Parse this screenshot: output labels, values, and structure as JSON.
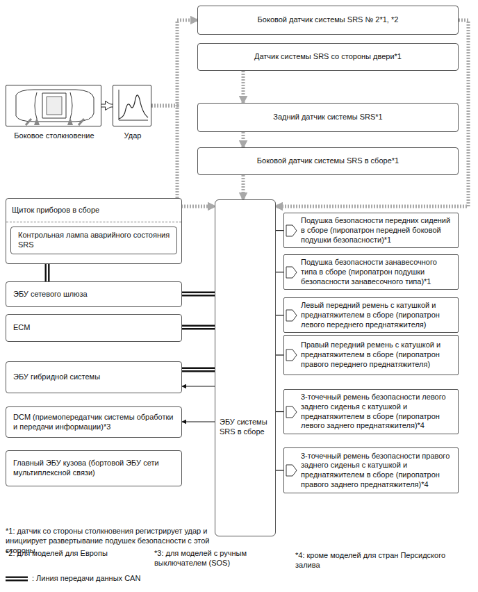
{
  "diagram": {
    "nodes": [
      {
        "text": [
          "Боковой датчик системы SRS № 2*1, *2"
        ]
      },
      {
        "text": [
          "Датчик системы SRS со стороны двери*1"
        ]
      },
      {
        "text": [
          "Задний датчик системы SRS*1"
        ]
      },
      {
        "text": [
          "Боковой датчик системы SRS в сборе*1"
        ]
      },
      {
        "text": [
          "Боковое столкновение"
        ]
      },
      {
        "text": [
          "Удар"
        ]
      },
      {
        "text": [
          "Щиток приборов в сборе"
        ]
      },
      {
        "text": [
          "Контрольная лампа аварийного состояния SRS"
        ],
        "in": 6
      },
      {
        "text": [
          "ЭБУ сетевого шлюза"
        ]
      },
      {
        "text": [
          "ECM"
        ]
      },
      {
        "text": [
          "ЭБУ гибридной системы"
        ]
      },
      {
        "text": [
          "DCM (приемопередатчик системы обработки и передачи информации)*3"
        ]
      },
      {
        "text": [
          "Главный ЭБУ кузова (бортовой ЭБУ сети мультиплексной связи)"
        ]
      },
      {
        "text": [
          "ЭБУ системы SRS в сборе"
        ]
      },
      {
        "text": [
          "Подушка безопасности передних сидений в сборе (пиропатрон передней боковой подушки безопасности)*1"
        ]
      },
      {
        "text": [
          "Подушка безопасности занавесочного типа в сборе (пиропатрон подушки безопасности занавесочного типа)*1"
        ]
      },
      {
        "text": [
          "Левый передний ремень с катушкой и преднатяжителем в сборе (пиропатрон левого переднего преднатяжителя)"
        ]
      },
      {
        "text": [
          "Правый передний ремень с катушкой и преднатяжителем в сборе (пиропатрон правого переднего преднатяжителя)"
        ]
      },
      {
        "text": [
          "3-точечный ремень безопасности левого заднего сиденья с катушкой и преднатяжителем в сборе (пиропатрон левого заднего преднатяжителя)*4"
        ]
      },
      {
        "text": [
          "3-точечный ремень безопасности правого заднего сиденья с катушкой и преднатяжителем в сборе (пиропатрон правого заднего преднатяжителя)*4"
        ]
      }
    ],
    "edges": [
      {
        "from": 4,
        "to": 5,
        "arrow": "to"
      },
      {
        "from": 5,
        "to": 0,
        "arrow": "to"
      },
      {
        "from": 5,
        "to": 13,
        "arrow": "to"
      },
      {
        "from": 1,
        "to": 2,
        "arrow": "to"
      },
      {
        "from": 2,
        "to": 3,
        "arrow": "to"
      },
      {
        "from": 3,
        "to": 13,
        "arrow": "to"
      },
      {
        "from": 0,
        "to": 13,
        "arrow": "to"
      },
      {
        "from": 6,
        "to": 8,
        "arrow": "none"
      },
      {
        "from": 8,
        "to": 13,
        "arrow": "none"
      },
      {
        "from": 9,
        "to": 13,
        "arrow": "none"
      },
      {
        "from": 10,
        "to": 13,
        "arrow": "none"
      },
      {
        "from": 13,
        "to": 10,
        "arrow": "to"
      },
      {
        "from": 13,
        "to": 11,
        "arrow": "to"
      },
      {
        "from": 13,
        "to": 14,
        "arrow": "none"
      },
      {
        "from": 13,
        "to": 15,
        "arrow": "none"
      },
      {
        "from": 13,
        "to": 16,
        "arrow": "none"
      },
      {
        "from": 13,
        "to": 17,
        "arrow": "none"
      },
      {
        "from": 13,
        "to": 18,
        "arrow": "none"
      },
      {
        "from": 13,
        "to": 19,
        "arrow": "none"
      }
    ],
    "labels": [
      "*1: датчик со стороны столкновения регистрирует удар и инициирует развертывание подушек безопасности с этой стороны.",
      "*2: для моделей для Европы",
      "*3: для моделей с ручным выключателем (SOS)",
      "*4: кроме моделей для стран Персидского залива"
    ],
    "legend": [
      {
        "text": ": Линия передачи данных CAN"
      }
    ]
  }
}
